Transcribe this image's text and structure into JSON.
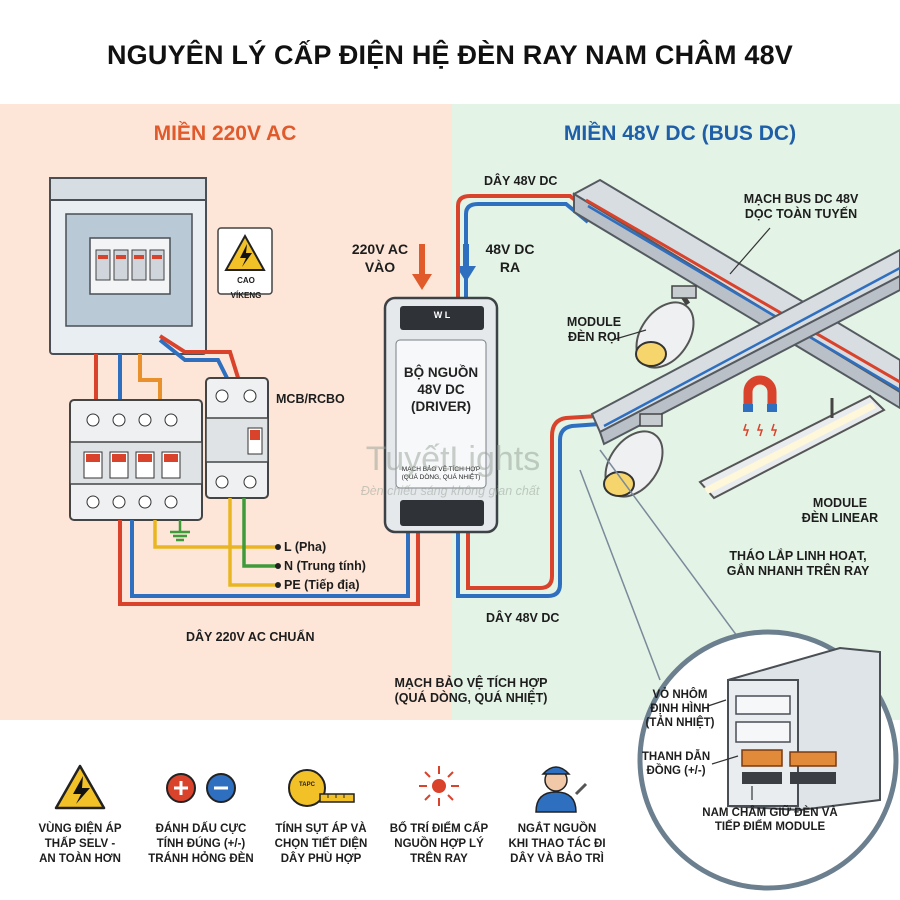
{
  "title": "NGUYÊN LÝ CẤP ĐIỆN HỆ ĐÈN RAY NAM CHÂM 48V",
  "zones": {
    "left": {
      "title": "MIỀN 220V AC",
      "color": "#e05a2b"
    },
    "right": {
      "title": "MIỀN 48V DC (BUS DC)",
      "color": "#1f5fa8"
    }
  },
  "labels": {
    "warning_sign": "CAO VÍKENG",
    "mcb": "MCB/RCBO",
    "wire_l": "L (Pha)",
    "wire_n": "N (Trung tính)",
    "wire_pe": "PE (Tiếp địa)",
    "ac_cable": "DÂY 220V AC CHUẨN",
    "ac_in_1": "220V AC",
    "ac_in_2": "VÀO",
    "dc_out_1": "48V DC",
    "dc_out_2": "RA",
    "dc_wire_top": "DÂY 48V DC",
    "dc_wire_bottom": "DÂY 48V DC",
    "bus_1": "MẠCH BUS DC 48V",
    "bus_2": "DỌC TOÀN TUYẾN",
    "spot_1": "MODULE",
    "spot_2": "ĐÈN RỌI",
    "linear_1": "MODULE",
    "linear_2": "ĐÈN LINEAR",
    "flex_1": "THÁO LẮP LINH HOẠT,",
    "flex_2": "GẮN NHANH TRÊN RAY",
    "protect_1": "MẠCH BẢO VỆ TÍCH HỢP",
    "protect_2": "(QUÁ DÒNG, QUÁ NHIỆT)"
  },
  "driver": {
    "line1": "BỘ NGUỒN",
    "line2": "48V DC",
    "line3": "(DRIVER)",
    "small1": "MẠCH BẢO VỆ TÍCH HỢP",
    "small2": "(QUÁ DÒNG, QUÁ NHIỆT)",
    "terminals": "W   L"
  },
  "watermark": {
    "line1": "TuyếtLights",
    "line2": "Đèn chiếu sáng không gian chất"
  },
  "inset": {
    "housing_1": "VỎ NHÔM",
    "housing_2": "ĐỊNH HÌNH",
    "housing_3": "(TẢN NHIỆT)",
    "bar_1": "THANH DẪN",
    "bar_2": "ĐỒNG (+/-)",
    "magnet_1": "NAM CHÂM GIỮ ĐÈN VÀ",
    "magnet_2": "TIẾP ĐIỂM MODULE"
  },
  "tips": [
    {
      "icon": "warning-icon",
      "line1": "VÙNG ĐIỆN ÁP",
      "line2": "THẤP SELV -",
      "line3": "AN TOÀN HƠN"
    },
    {
      "icon": "polarity-icon",
      "line1": "ĐÁNH DẤU CỰC",
      "line2": "TÍNH ĐÚNG (+/-)",
      "line3": "TRÁNH HỎNG ĐÈN"
    },
    {
      "icon": "tape-measure-icon",
      "tape": "TAPC",
      "line1": "TÍNH SỤT ÁP VÀ",
      "line2": "CHỌN TIẾT DIỆN",
      "line3": "DÂY PHÙ HỢP"
    },
    {
      "icon": "power-point-icon",
      "line1": "BỐ TRÍ ĐIỂM CẤP",
      "line2": "NGUỒN HỢP LÝ",
      "line3": "TRÊN RAY"
    },
    {
      "icon": "technician-icon",
      "line1": "NGẮT NGUỒN",
      "line2": "KHI THAO TÁC ĐI",
      "line3": "DÂY VÀ BẢO TRÌ"
    }
  ],
  "colors": {
    "live": "#d9422b",
    "neutral": "#2f6fc0",
    "earth_yellow": "#e9b520",
    "earth_green": "#3f9a3a",
    "orange": "#e8902c"
  }
}
